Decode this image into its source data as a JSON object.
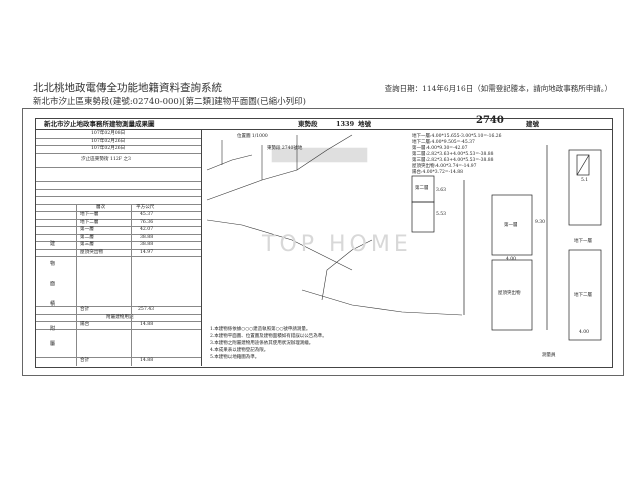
{
  "header": {
    "title": "北北桃地政電傳全功能地籍資料查詢系統",
    "subtitle": "新北市汐止區東勢段(建號:02740-000)[第二類]建物平面圖(已縮小列印)",
    "query_date": "查詢日期：114年6月16日（如需登記謄本，請向地政事務所申請。）"
  },
  "sheet": {
    "title": "新北市汐止地政事務所建物測量成果圖",
    "section": "東勢段",
    "land_no": "1339",
    "land_label": "地號",
    "building_no": "2740",
    "building_label": "建號"
  },
  "left_table": {
    "dates": [
      "107年02月08日",
      "107年02月26日",
      "107年02月26日"
    ],
    "address_line": "汐止區東勢街 112F 之3",
    "col_headers": [
      "層次",
      "平方公尺"
    ],
    "floors": [
      {
        "name": "地下一層",
        "area": "45.37"
      },
      {
        "name": "地下二層",
        "area": "76.36"
      },
      {
        "name": "第一層",
        "area": "42.07"
      },
      {
        "name": "第二層",
        "area": "38.88"
      },
      {
        "name": "第三層",
        "area": "38.88"
      },
      {
        "name": "屋頂突出物",
        "area": "14.97"
      }
    ],
    "total_label": "合計",
    "total_area": "257.43",
    "annex_header": "附屬建物用途",
    "annex_row": {
      "name": "陽台",
      "area": "14.88"
    },
    "annex_total_label": "合計",
    "annex_total": "14.88",
    "side_labels": [
      "建",
      "物",
      "面",
      "積",
      "附",
      "屬"
    ]
  },
  "drawing": {
    "scale_label": "位置圖 1/1000",
    "lot_label": "東勢段 2740號地",
    "calc_lines": [
      "地下一層:4.00*15.655-3.00*5.10=-16.26",
      "地下二層:4.00*9.505=-45.37",
      "第一層:4.00*9.30=-42.07",
      "第二層:2.82*3.63+4.00*5.53=-38.88",
      "第三層:2.82*3.63+4.00*5.53=-38.88",
      "屋頂突出物:4.00*3.74=-14.97",
      "陽台:4.00*3.72=-14.88"
    ],
    "plan_labels": [
      "第一層",
      "第二層",
      "地下一層",
      "地下二層",
      "屋頂突出物"
    ],
    "dims": [
      "4.00",
      "9.30",
      "5.53",
      "3.63",
      "4.00",
      "5.1"
    ],
    "notes": [
      "1.本建物係依據○○○建造執照第○○號申請測量。",
      "2.本建物平面圖、位置圖及建物面積如有錯誤以公告為準。",
      "3.本建物之附屬建物用途係依其使用狀況辦理測繪。",
      "4.本成果表以建物登記為限。",
      "5.本建物以地籍圖為準。"
    ],
    "surveyor": "測量員",
    "watermark": "TOP HOME"
  }
}
